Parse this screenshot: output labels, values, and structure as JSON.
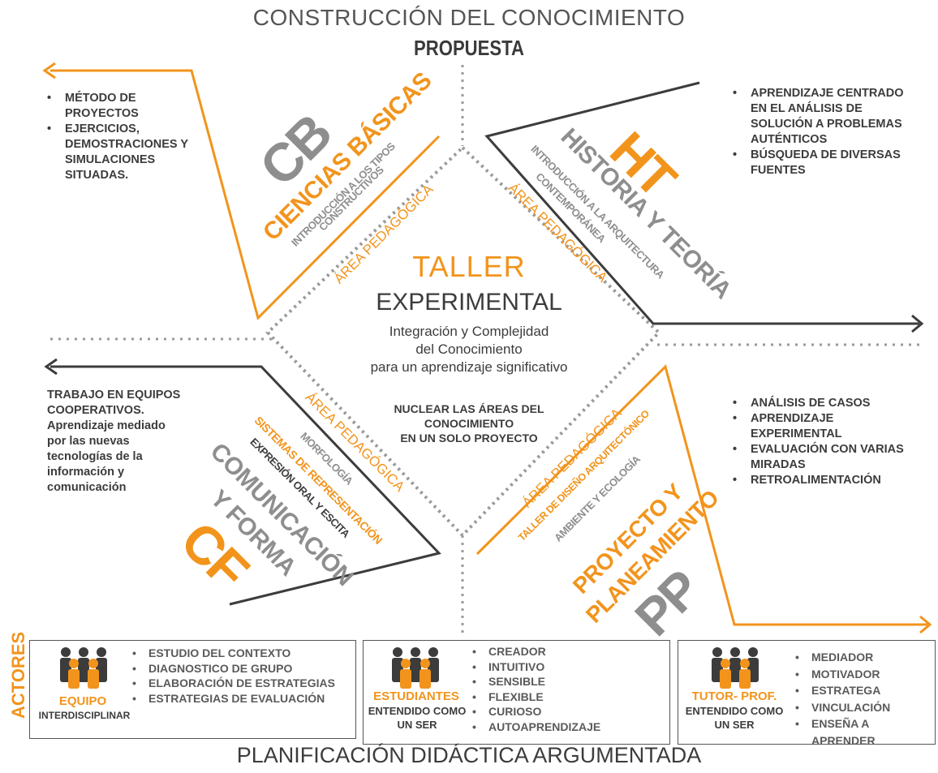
{
  "header": {
    "title": "CONSTRUCCIÓN DEL CONOCIMIENTO",
    "subtitle": "PROPUESTA"
  },
  "center": {
    "title_orange": "TALLER",
    "title_dark": "EXPERIMENTAL",
    "subtitle_lines": [
      "Integración y Complejidad",
      "del Conocimiento",
      "para un aprendizaje significativo"
    ],
    "nuclear_lines": [
      "NUCLEAR LAS ÁREAS DEL",
      "CONOCIMIENTO",
      "EN UN SOLO PROYECTO"
    ]
  },
  "quadrants": {
    "cb": {
      "abbr": "CB",
      "name": "CIENCIAS BÁSICAS",
      "topic_lines": [
        "INTRODUCCIÓN A LOS TIPOS",
        "CONSTRUCTIVOS"
      ],
      "area": "ÁREA PEDAGÓGICA",
      "bullets": [
        "MÉTODO DE PROYECTOS",
        "EJERCICIOS, DEMOSTRACIONES Y SIMULACIONES SITUADAS."
      ]
    },
    "ht": {
      "abbr": "HT",
      "name": "HISTORIA Y TEORÍA",
      "topic_lines": [
        "INTRODUCCIÓN A LA ARQUITECTURA",
        "CONTEMPORÁNEA"
      ],
      "area": "ÁREA PEDAGÓGICA",
      "bullets": [
        "APRENDIZAJE CENTRADO EN EL ANÁLISIS DE SOLUCIÓN A PROBLEMAS AUTÉNTICOS",
        "BÚSQUEDA DE DIVERSAS FUENTES"
      ]
    },
    "cf": {
      "abbr": "CF",
      "name_lines": [
        "COMUNICACIÓN",
        "Y FORMA"
      ],
      "topics": [
        "MORFOLOGÍA",
        "SISTEMAS DE REPRESENTACIÓN",
        "EXPRESIÓN ORAL Y ESCITA"
      ],
      "area": "ÁREA PEDAGÓGICA",
      "text": "TRABAJO EN EQUIPOS COOPERATIVOS. Aprendizaje mediado por las nuevas tecnologías de la información y comunicación"
    },
    "pp": {
      "abbr": "PP",
      "name_lines": [
        "PROYECTO Y",
        "PLANEAMIENTO"
      ],
      "topics": [
        "TALLER DE DISEÑO ARQUITECTÓNICO",
        "AMBIENTE Y ECOLOGÍA"
      ],
      "area": "ÁREA PEDAGÓGICA",
      "bullets": [
        "ANÁLISIS DE CASOS",
        "APRENDIZAJE EXPERIMENTAL",
        "EVALUACIÓN CON VARIAS MIRADAS",
        "RETROALIMENTACIÓN"
      ]
    }
  },
  "actors": {
    "label": "ACTORES",
    "equipo": {
      "name": "EQUIPO",
      "desc": "INTERDISCIPLINAR",
      "items": [
        "ESTUDIO DEL CONTEXTO",
        "DIAGNOSTICO DE GRUPO",
        "ELABORACIÓN DE ESTRATEGIAS",
        "ESTRATEGIAS DE EVALUACIÓN"
      ]
    },
    "estudiantes": {
      "name": "ESTUDIANTES",
      "desc_lines": [
        "ENTENDIDO COMO",
        "UN SER"
      ],
      "items": [
        "CREADOR",
        "INTUITIVO",
        "SENSIBLE",
        "FLEXIBLE",
        "CURIOSO",
        "AUTOAPRENDIZAJE"
      ]
    },
    "tutor": {
      "name": "TUTOR- PROF.",
      "desc_lines": [
        "ENTENDIDO COMO",
        "UN SER"
      ],
      "items": [
        "MEDIADOR",
        "MOTIVADOR",
        "ESTRATEGA",
        "VINCULACIÓN",
        "ENSEÑA A APRENDER"
      ]
    }
  },
  "footer": {
    "title": "PLANIFICACIÓN DIDÁCTICA ARGUMENTADA"
  },
  "colors": {
    "orange": "#f2941c",
    "dark": "#3c3c3c",
    "gray": "#8e8e8e"
  }
}
